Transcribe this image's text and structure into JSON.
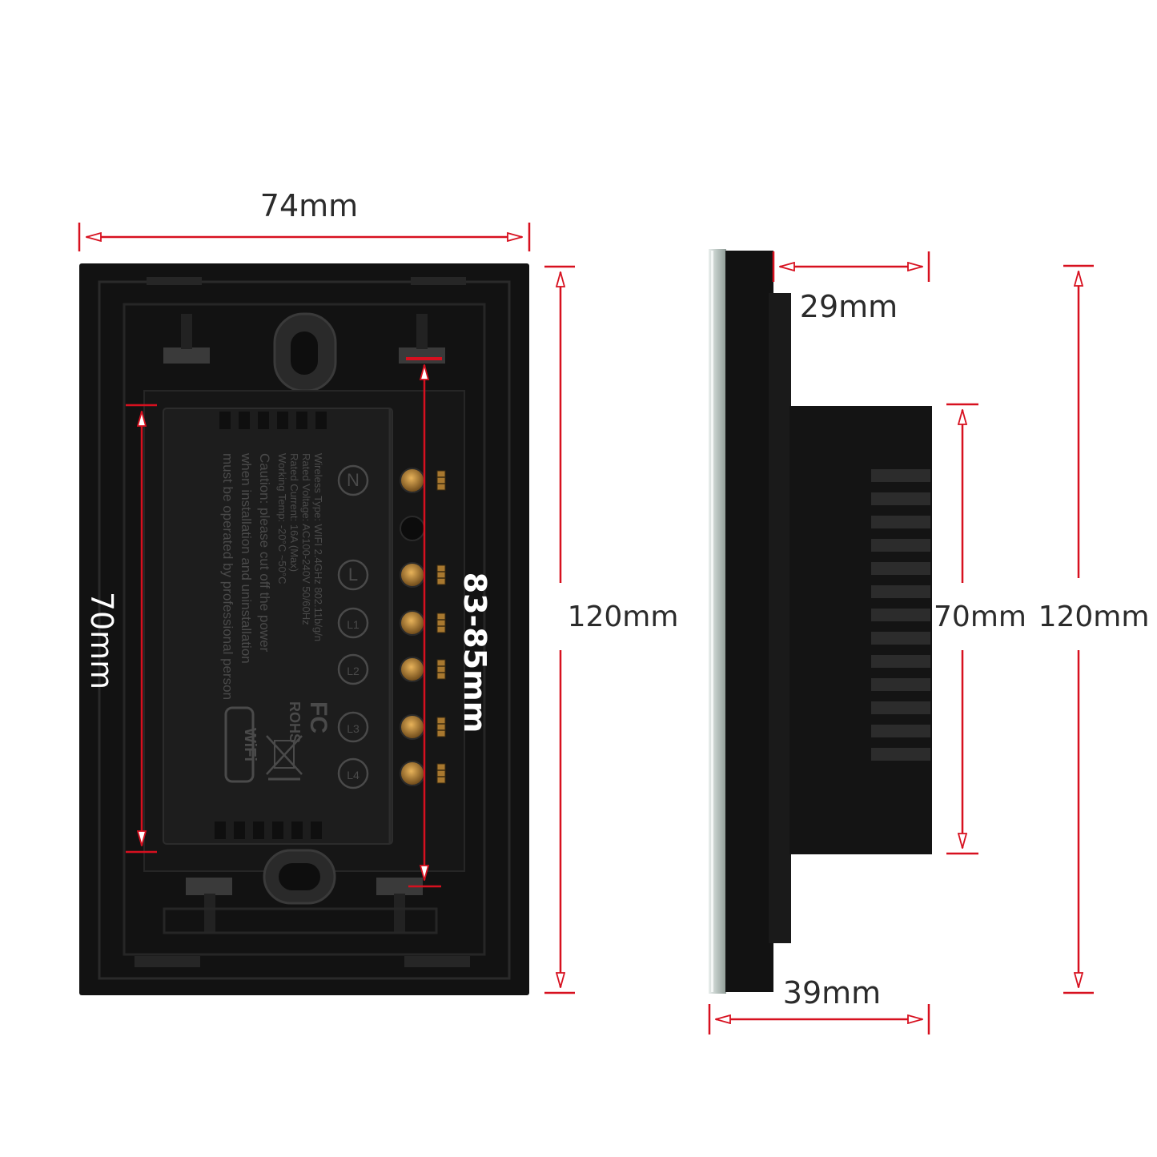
{
  "dimensions": {
    "front_width": "74mm",
    "front_height": "120mm",
    "module_height": "70mm",
    "mount_spacing": "83-85mm",
    "side_depth_back": "29mm",
    "side_depth_total": "39mm",
    "side_module_height": "70mm",
    "side_height": "120mm"
  },
  "label": {
    "lines": [
      "Wireless Type: WIFI 2.4GHz 802.11b/g/n",
      "Rated Voltage: AC100-240V 50/60Hz",
      "Rated Current: 16A (Max)",
      "Working Temp: -20°C ~50°C",
      "Caution:  please cut off the power",
      "when installation and uninstallation",
      "must be operated by professional person"
    ],
    "terminals": [
      "N",
      "L",
      "L1",
      "L2",
      "L3",
      "L4"
    ],
    "marks": {
      "fc": "FC",
      "rohs": "ROHS",
      "wifi": "WiFi"
    }
  },
  "colors": {
    "dimension_line": "#d7101f",
    "device_body": "#121212",
    "label_plate": "#1b1b1b",
    "glass_edge": "#c9d3cf"
  }
}
